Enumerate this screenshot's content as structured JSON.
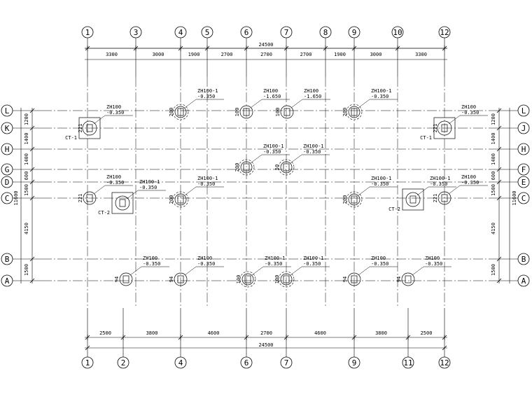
{
  "top_axes": [
    "1",
    "3",
    "4",
    "5",
    "6",
    "7",
    "8",
    "9",
    "10",
    "12"
  ],
  "bottom_axes": [
    "1",
    "2",
    "4",
    "6",
    "7",
    "9",
    "11",
    "12"
  ],
  "left_axes": [
    "L",
    "K",
    "H",
    "G",
    "D",
    "C",
    "B",
    "A"
  ],
  "right_axes": [
    "L",
    "J",
    "H",
    "F",
    "E",
    "C",
    "B",
    "A"
  ],
  "top_dims": [
    "3300",
    "3000",
    "1900",
    "2700",
    "2700",
    "2700",
    "1900",
    "3000",
    "3300"
  ],
  "top_total": "24500",
  "bottom_dims": [
    "2500",
    "3800",
    "4600",
    "2700",
    "4600",
    "3800",
    "2500"
  ],
  "bottom_total": "24500",
  "left_dims": [
    "1200",
    "1400",
    "1400",
    "600",
    "1500",
    "4150",
    "1500"
  ],
  "left_total": "11600",
  "right_dims": [
    "1200",
    "1400",
    "1400",
    "600",
    "1500",
    "4150",
    "1500"
  ],
  "right_total": "11600",
  "piles": [
    {
      "type": "ZH100",
      "elev": "-0.350",
      "side": "221",
      "label": "CT-1"
    },
    {
      "type": "ZH100-1",
      "elev": "-0.350",
      "side": "200"
    },
    {
      "type": "ZH100",
      "elev": "-1.650",
      "side": "100"
    },
    {
      "type": "ZH100",
      "elev": "-1.650",
      "side": "100"
    },
    {
      "type": "ZH100-1",
      "elev": "-0.350",
      "side": "200"
    },
    {
      "type": "ZH100",
      "elev": "-0.350",
      "side": "221",
      "label": "CT-1"
    },
    {
      "type": "ZH100-1",
      "elev": "-0.350",
      "side": "200"
    },
    {
      "type": "ZH100-1",
      "elev": "-0.350",
      "side": "50"
    },
    {
      "type": "ZH100",
      "elev": "-0.350",
      "side": "221"
    },
    {
      "type": "ZH100-1",
      "elev": "-0.350",
      "label": "CT-2"
    },
    {
      "type": "ZH100-1",
      "elev": "-0.350",
      "side": "200"
    },
    {
      "type": "ZH100-1",
      "elev": "-0.350",
      "side": "200"
    },
    {
      "type": "ZH100-1",
      "elev": "-0.350",
      "label": "CT-2"
    },
    {
      "type": "ZH100",
      "elev": "-0.350",
      "side": "221"
    },
    {
      "type": "ZH100",
      "elev": "-0.350",
      "side": "94"
    },
    {
      "type": "ZH100",
      "elev": "-0.350",
      "side": "94"
    },
    {
      "type": "ZH100-1",
      "elev": "-0.350",
      "side": "100"
    },
    {
      "type": "ZH100-1",
      "elev": "-0.350",
      "side": "100"
    },
    {
      "type": "ZH100",
      "elev": "-0.350",
      "side": "94"
    },
    {
      "type": "ZH100",
      "elev": "-0.350",
      "side": "94"
    }
  ]
}
